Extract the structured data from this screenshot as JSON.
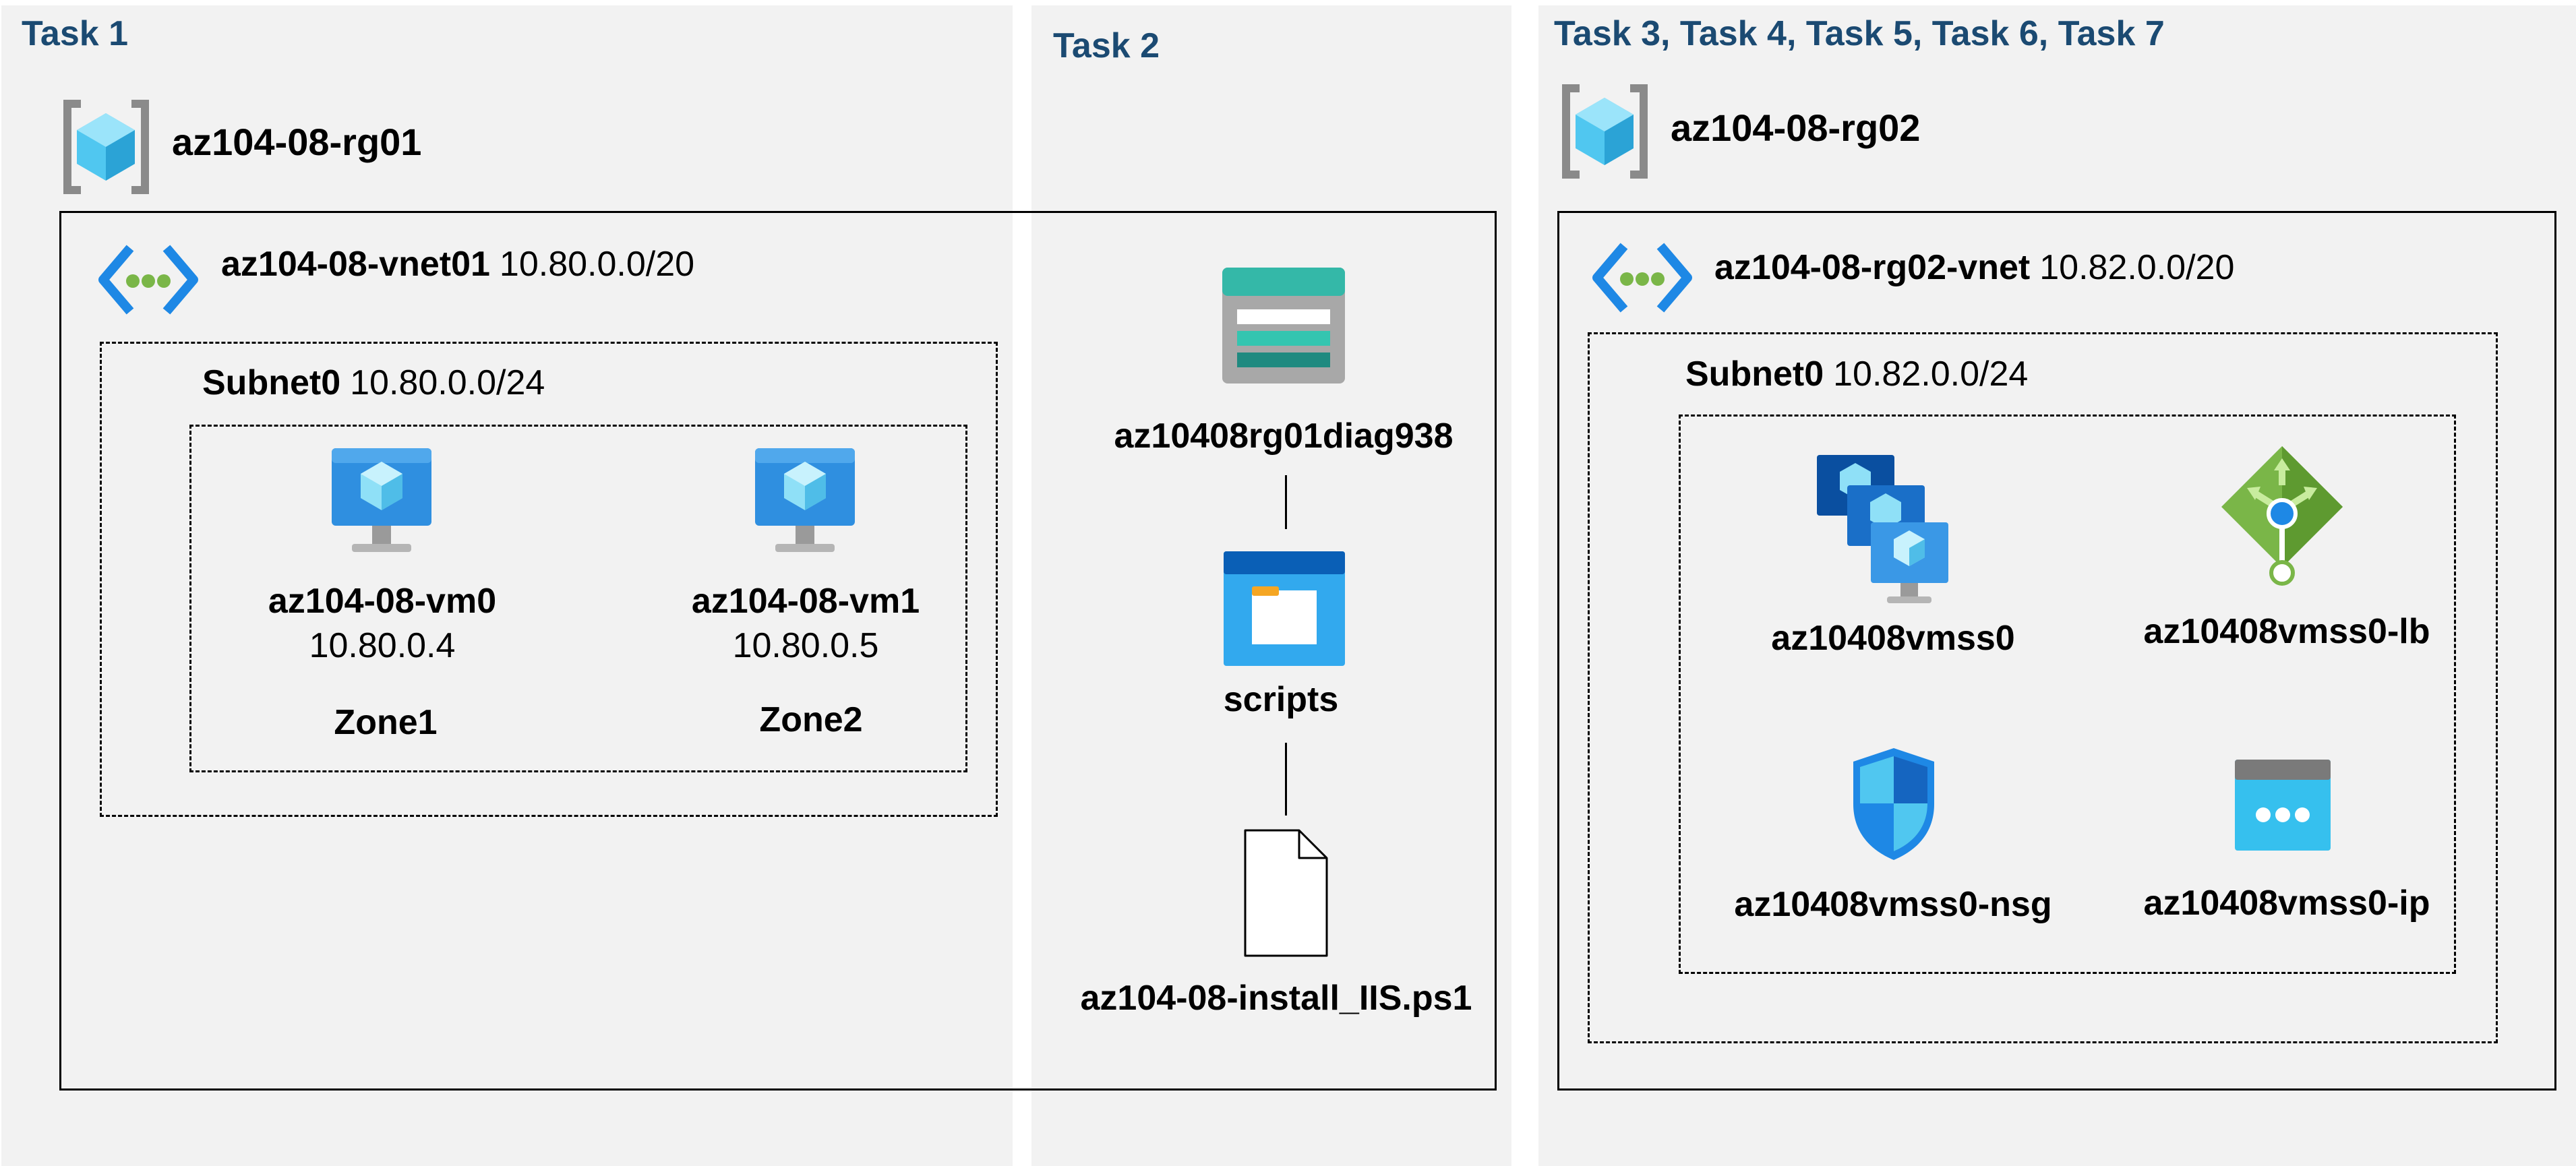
{
  "task1": {
    "title": "Task 1",
    "resource_group": "az104-08-rg01",
    "vnet": {
      "name": "az104-08-vnet01",
      "cidr": "10.80.0.0/20"
    },
    "subnet": {
      "name": "Subnet0",
      "cidr": "10.80.0.0/24"
    },
    "vms": [
      {
        "name": "az104-08-vm0",
        "ip": "10.80.0.4",
        "zone": "Zone1",
        "icon": "virtual-machine-icon"
      },
      {
        "name": "az104-08-vm1",
        "ip": "10.80.0.5",
        "zone": "Zone2",
        "icon": "virtual-machine-icon"
      }
    ]
  },
  "task2": {
    "title": "Task 2",
    "storage_account": "az10408rg01diag938",
    "container": "scripts",
    "file": "az104-08-install_IIS.ps1"
  },
  "task3": {
    "title": "Task 3, Task 4, Task 5, Task 6, Task 7",
    "resource_group": "az104-08-rg02",
    "vnet": {
      "name": "az104-08-rg02-vnet",
      "cidr": "10.82.0.0/20"
    },
    "subnet": {
      "name": "Subnet0",
      "cidr": "10.82.0.0/24"
    },
    "resources": {
      "vmss": "az10408vmss0",
      "lb": "az10408vmss0-lb",
      "nsg": "az10408vmss0-nsg",
      "ip": "az10408vmss0-ip"
    }
  },
  "colors": {
    "panel": "#f2f2f2",
    "task_title": "#1b4a72",
    "azure_blue": "#0078d4",
    "teal": "#1fb5a8",
    "green": "#7ab648"
  }
}
